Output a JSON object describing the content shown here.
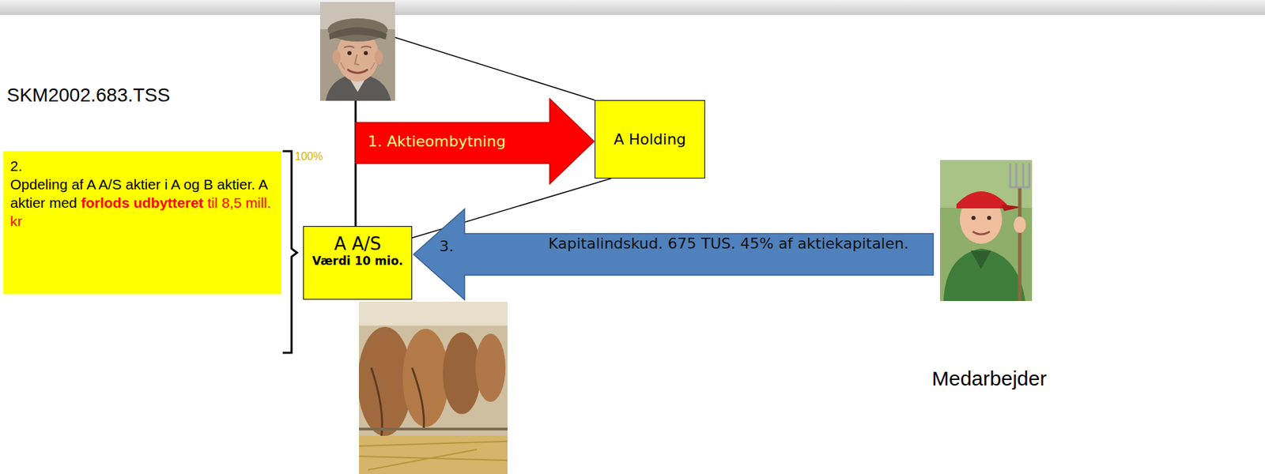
{
  "diagram": {
    "nodes": [
      {
        "text": [
          "1. Aktieombytning"
        ]
      },
      {
        "text": [
          "A Holding"
        ]
      },
      {
        "text": [
          "2.",
          "Opdeling af A A/S aktier i A og B aktier. A aktier med",
          "forlods udbytteret",
          "til 8,5 mill. kr"
        ]
      },
      {
        "text": [
          "3.",
          "Kapitalindskud. 675 TUS. 45% af aktiekapitalen."
        ]
      },
      {
        "text": [
          "A A/S",
          "Værdi 10 mio."
        ]
      }
    ],
    "edges": [
      {
        "from": 1,
        "to": 4,
        "arrow": "none"
      }
    ],
    "labels": [
      "SKM2002.683.TSS",
      "100%",
      "Medarbejder"
    ]
  }
}
